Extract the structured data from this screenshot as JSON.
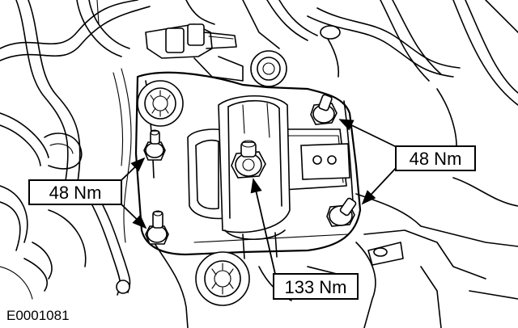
{
  "callouts": {
    "upper_right_torque": "48 Nm",
    "left_torque": "48 Nm",
    "center_torque": "133 Nm"
  },
  "figure_id": "E0001081"
}
